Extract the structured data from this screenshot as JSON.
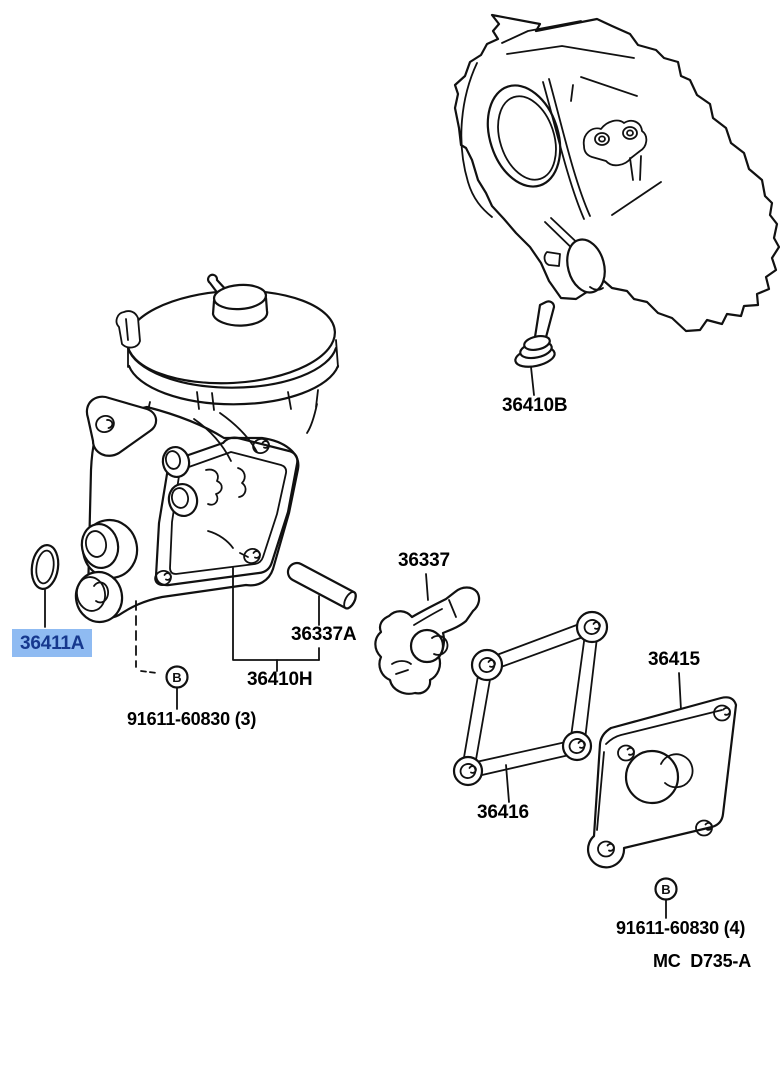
{
  "diagram": {
    "figure_code": "MC  D735-A",
    "highlighted_part": "36411A",
    "colors": {
      "line": "#111111",
      "background": "#ffffff",
      "highlight_bg": "#8fbbf2",
      "highlight_text": "#16388e"
    },
    "labels": {
      "bolt_36410B": "36410B",
      "oring_36411A": "36411A",
      "bracket_36337": "36337",
      "pin_36337A": "36337A",
      "assembly_36410H": "36410H",
      "bolt_91611_3": "91611-60830 (3)",
      "cover_36415": "36415",
      "gasket_36416": "36416",
      "bolt_91611_4": "91611-60830 (4)"
    },
    "markers": [
      {
        "letter": "B"
      },
      {
        "letter": "B"
      }
    ]
  }
}
